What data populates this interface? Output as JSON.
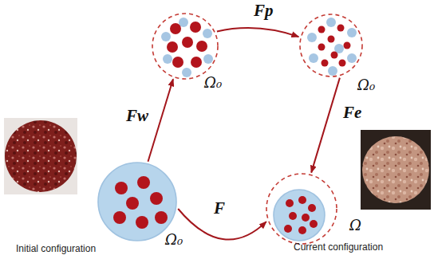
{
  "diagram": {
    "nodes": [
      {
        "text": [
          "Ω₀"
        ]
      },
      {
        "text": [
          "Ω₀"
        ]
      },
      {
        "text": [
          "Ω₀"
        ]
      },
      {
        "text": [
          "Ω"
        ]
      }
    ],
    "edges": [
      {
        "from": 0,
        "to": 1,
        "arrow": "to",
        "label": "Fw"
      },
      {
        "from": 1,
        "to": 2,
        "arrow": "to",
        "label": "Fp"
      },
      {
        "from": 2,
        "to": 3,
        "arrow": "to",
        "label": "Fe"
      },
      {
        "from": 0,
        "to": 3,
        "arrow": "to",
        "label": "F"
      }
    ],
    "labels": [
      "Initial configuration",
      "Current configuration"
    ]
  }
}
